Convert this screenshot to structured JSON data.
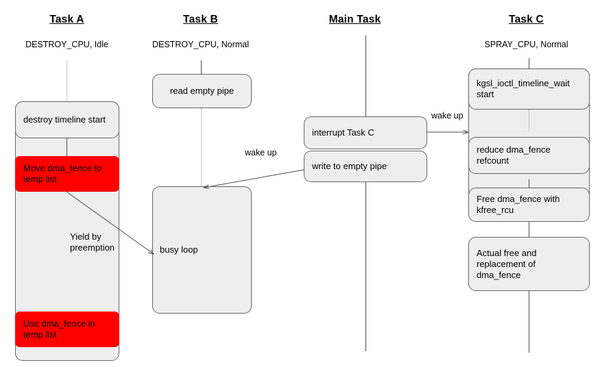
{
  "diagram": {
    "type": "sequence-diagram",
    "title_style": "underlined",
    "colors": {
      "box_fill": "#eeeeee",
      "box_stroke": "#666666",
      "highlight_fill": "#ff0000",
      "lifeline_solid": "#4d4d4d",
      "lifeline_dotted": "#9a9a9a",
      "background": "#ffffff"
    }
  },
  "lifelines": [
    {
      "id": "task-a",
      "title": "Task A",
      "subtitle": "DESTROY_CPU, Idle"
    },
    {
      "id": "task-b",
      "title": "Task B",
      "subtitle": "DESTROY_CPU, Normal"
    },
    {
      "id": "main-task",
      "title": "Main Task",
      "subtitle": ""
    },
    {
      "id": "task-c",
      "title": "Task C",
      "subtitle": "SPRAY_CPU, Normal"
    }
  ],
  "task_a": {
    "steps": [
      {
        "id": "destroy-timeline-start",
        "label": "destroy timeline start",
        "highlight": false
      },
      {
        "id": "move-dma-fence-to-temp-list",
        "label": "Move dma_fence to temp list",
        "highlight": true
      },
      {
        "id": "use-dma-fence-in-temp-list",
        "label": "Use dma_fence in temp list",
        "highlight": true
      }
    ],
    "note": "Yield by preemption"
  },
  "task_b": {
    "steps": [
      {
        "id": "read-empty-pipe",
        "label": "read empty pipe",
        "highlight": false
      },
      {
        "id": "busy-loop",
        "label": "busy loop",
        "highlight": false
      }
    ]
  },
  "main_task": {
    "steps": [
      {
        "id": "interrupt-task-c",
        "label": "interrupt Task C",
        "highlight": false
      },
      {
        "id": "write-to-empty-pipe",
        "label": "write to empty pipe",
        "highlight": false
      }
    ]
  },
  "task_c": {
    "steps": [
      {
        "id": "kgsl-ioctl-timeline-wait-start",
        "label": "kgsl_ioctl_timeline_wait start",
        "highlight": false
      },
      {
        "id": "reduce-dma-fence-refcount",
        "label": "reduce dma_fence refcount",
        "highlight": false
      },
      {
        "id": "free-dma-fence-with-kfree-rcu",
        "label": "Free dma_fence with kfree_rcu",
        "highlight": false
      },
      {
        "id": "actual-free-and-replacement",
        "label": "Actual free and replacement of dma_fence",
        "highlight": false
      }
    ]
  },
  "messages": [
    {
      "id": "wake-up-task-c",
      "label": "wake up",
      "from": "main-task",
      "to": "task-c"
    },
    {
      "id": "wake-up-task-b",
      "label": "wake up",
      "from": "main-task",
      "to": "task-b"
    },
    {
      "id": "yield-by-preemption",
      "label": "Yield by preemption",
      "from": "task-a",
      "to": "task-b"
    }
  ]
}
